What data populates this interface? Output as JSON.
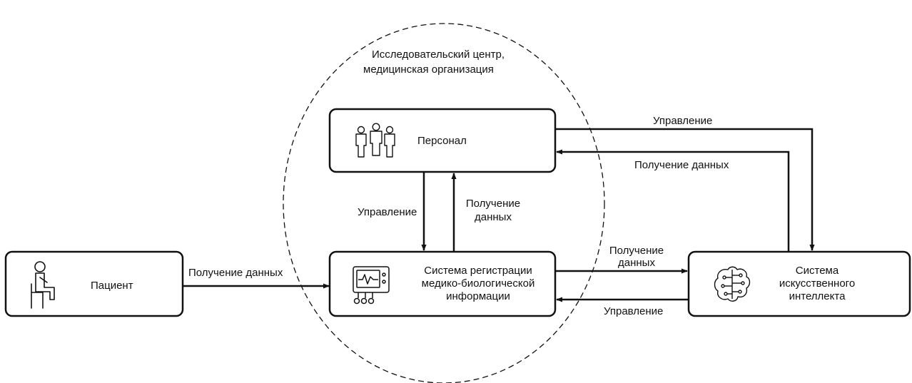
{
  "region": {
    "title_line1": "Исследовательский центр,",
    "title_line2": "медицинская организация"
  },
  "nodes": {
    "patient": {
      "label": "Пациент",
      "icon": "seated-person-icon"
    },
    "staff": {
      "label": "Персонал",
      "icon": "people-group-icon"
    },
    "registration": {
      "line1": "Система регистрации",
      "line2": "медико-биологической",
      "line3": "информации",
      "icon": "medical-monitor-icon"
    },
    "ai": {
      "line1": "Система",
      "line2": "искусственного",
      "line3": "интеллекта",
      "icon": "brain-circuit-icon"
    }
  },
  "edges": {
    "patient_to_registration": "Получение данных",
    "staff_to_registration": "Управление",
    "registration_to_staff_line1": "Получение",
    "registration_to_staff_line2": "данных",
    "staff_to_ai": "Управление",
    "ai_to_staff": "Получение данных",
    "registration_to_ai_line1": "Получение",
    "registration_to_ai_line2": "данных",
    "ai_to_registration": "Управление"
  },
  "colors": {
    "stroke": "#111111",
    "background": "#ffffff"
  }
}
